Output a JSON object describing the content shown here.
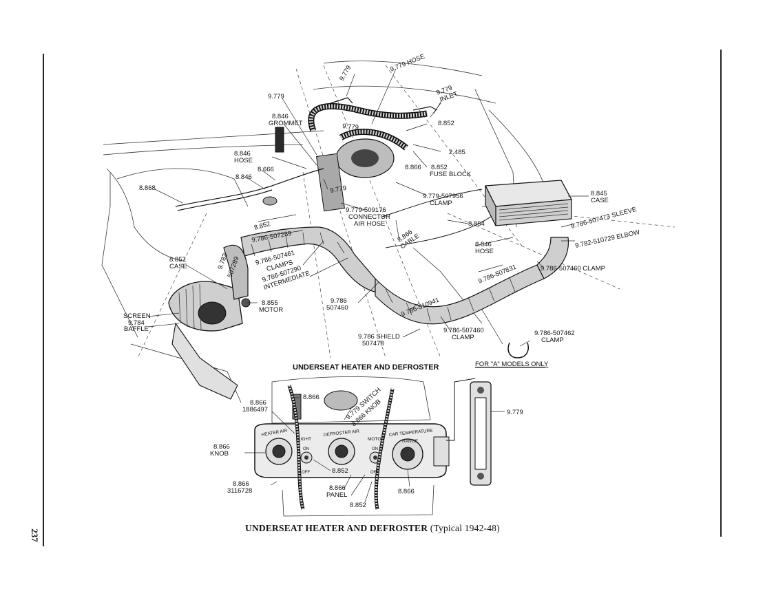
{
  "page": {
    "number": "237",
    "caption_main": "UNDERSEAT HEATER AND DEFROSTER",
    "caption_sub": "(Typical 1942-48)"
  },
  "figure": {
    "title": "UNDERSEAT HEATER AND DEFROSTER",
    "note": "FOR \"A\" MODELS ONLY",
    "labels": {
      "l1": "9.779",
      "l2": "9.779 HOSE",
      "l3": "9.779",
      "l4": "8.846",
      "l5": "GROMMET",
      "l6": "9.779",
      "l7": "9.779",
      "l8": "INLET",
      "l9": "8.852",
      "l10": "2.485",
      "l11": "8.846",
      "l12": "HOSE",
      "l13": "8.666",
      "l14": "8.846",
      "l15": "8.866",
      "l16": "8.852",
      "l17": "FUSE BLOCK",
      "l18": "8.868",
      "l19": "9.779",
      "l20": "9.779-507956",
      "l21": "CLAMP",
      "l22": "8.845",
      "l23": "CASE",
      "l24": "9.779-509176",
      "l25": "CONNECTOR",
      "l26": "AIR HOSE",
      "l27": "8.852",
      "l28": "9.786-507289",
      "l29": "8.854",
      "l30": "9.786-507473 SLEEVE",
      "l31": "8.866",
      "l32": "CABLE",
      "l33": "9.782-510729 ELBOW",
      "l34": "8.846",
      "l35": "HOSE",
      "l36": "8.857",
      "l37": "CASE",
      "l38": "9.782",
      "l39": "507289",
      "l40": "9.786-507461",
      "l41": "CLAMPS",
      "l42": "9.786-507460 CLAMP",
      "l43": "9.786-507290",
      "l44": "INTERMEDIATE",
      "l45": "9.786-507831",
      "l46": "8.855",
      "l47": "MOTOR",
      "l48": "9.786",
      "l49": "507460",
      "l50": "9.786-510941",
      "l51": "SCREEN",
      "l52": "9.784",
      "l53": "BAFFLE",
      "l54": "9.786-507460",
      "l55": "CLAMP",
      "l56": "9.786-507462",
      "l57": "CLAMP",
      "l58": "9.786 SHIELD",
      "l59": "507478"
    }
  },
  "panel": {
    "labels": {
      "p1": "8.866",
      "p2": "8.866",
      "p3": "1886497",
      "p4": "9.779 SWITCH",
      "p5": "8.866 KNOB",
      "p6": "9.779",
      "p7": "8.866",
      "p8": "KNOB",
      "p9": "8.852",
      "p10": "8.866",
      "p11": "3116728",
      "p12": "8.866",
      "p13": "PANEL",
      "p14": "8.866",
      "p15": "8.852"
    },
    "face": {
      "heater_air": "HEATER AIR",
      "light": "LIGHT",
      "defroster_air": "DEFROSTER AIR",
      "motor": "MOTOR",
      "car_temperature": "CAR TEMPERATURE",
      "range": "RANGE",
      "on": "ON",
      "off": "OFF"
    }
  }
}
